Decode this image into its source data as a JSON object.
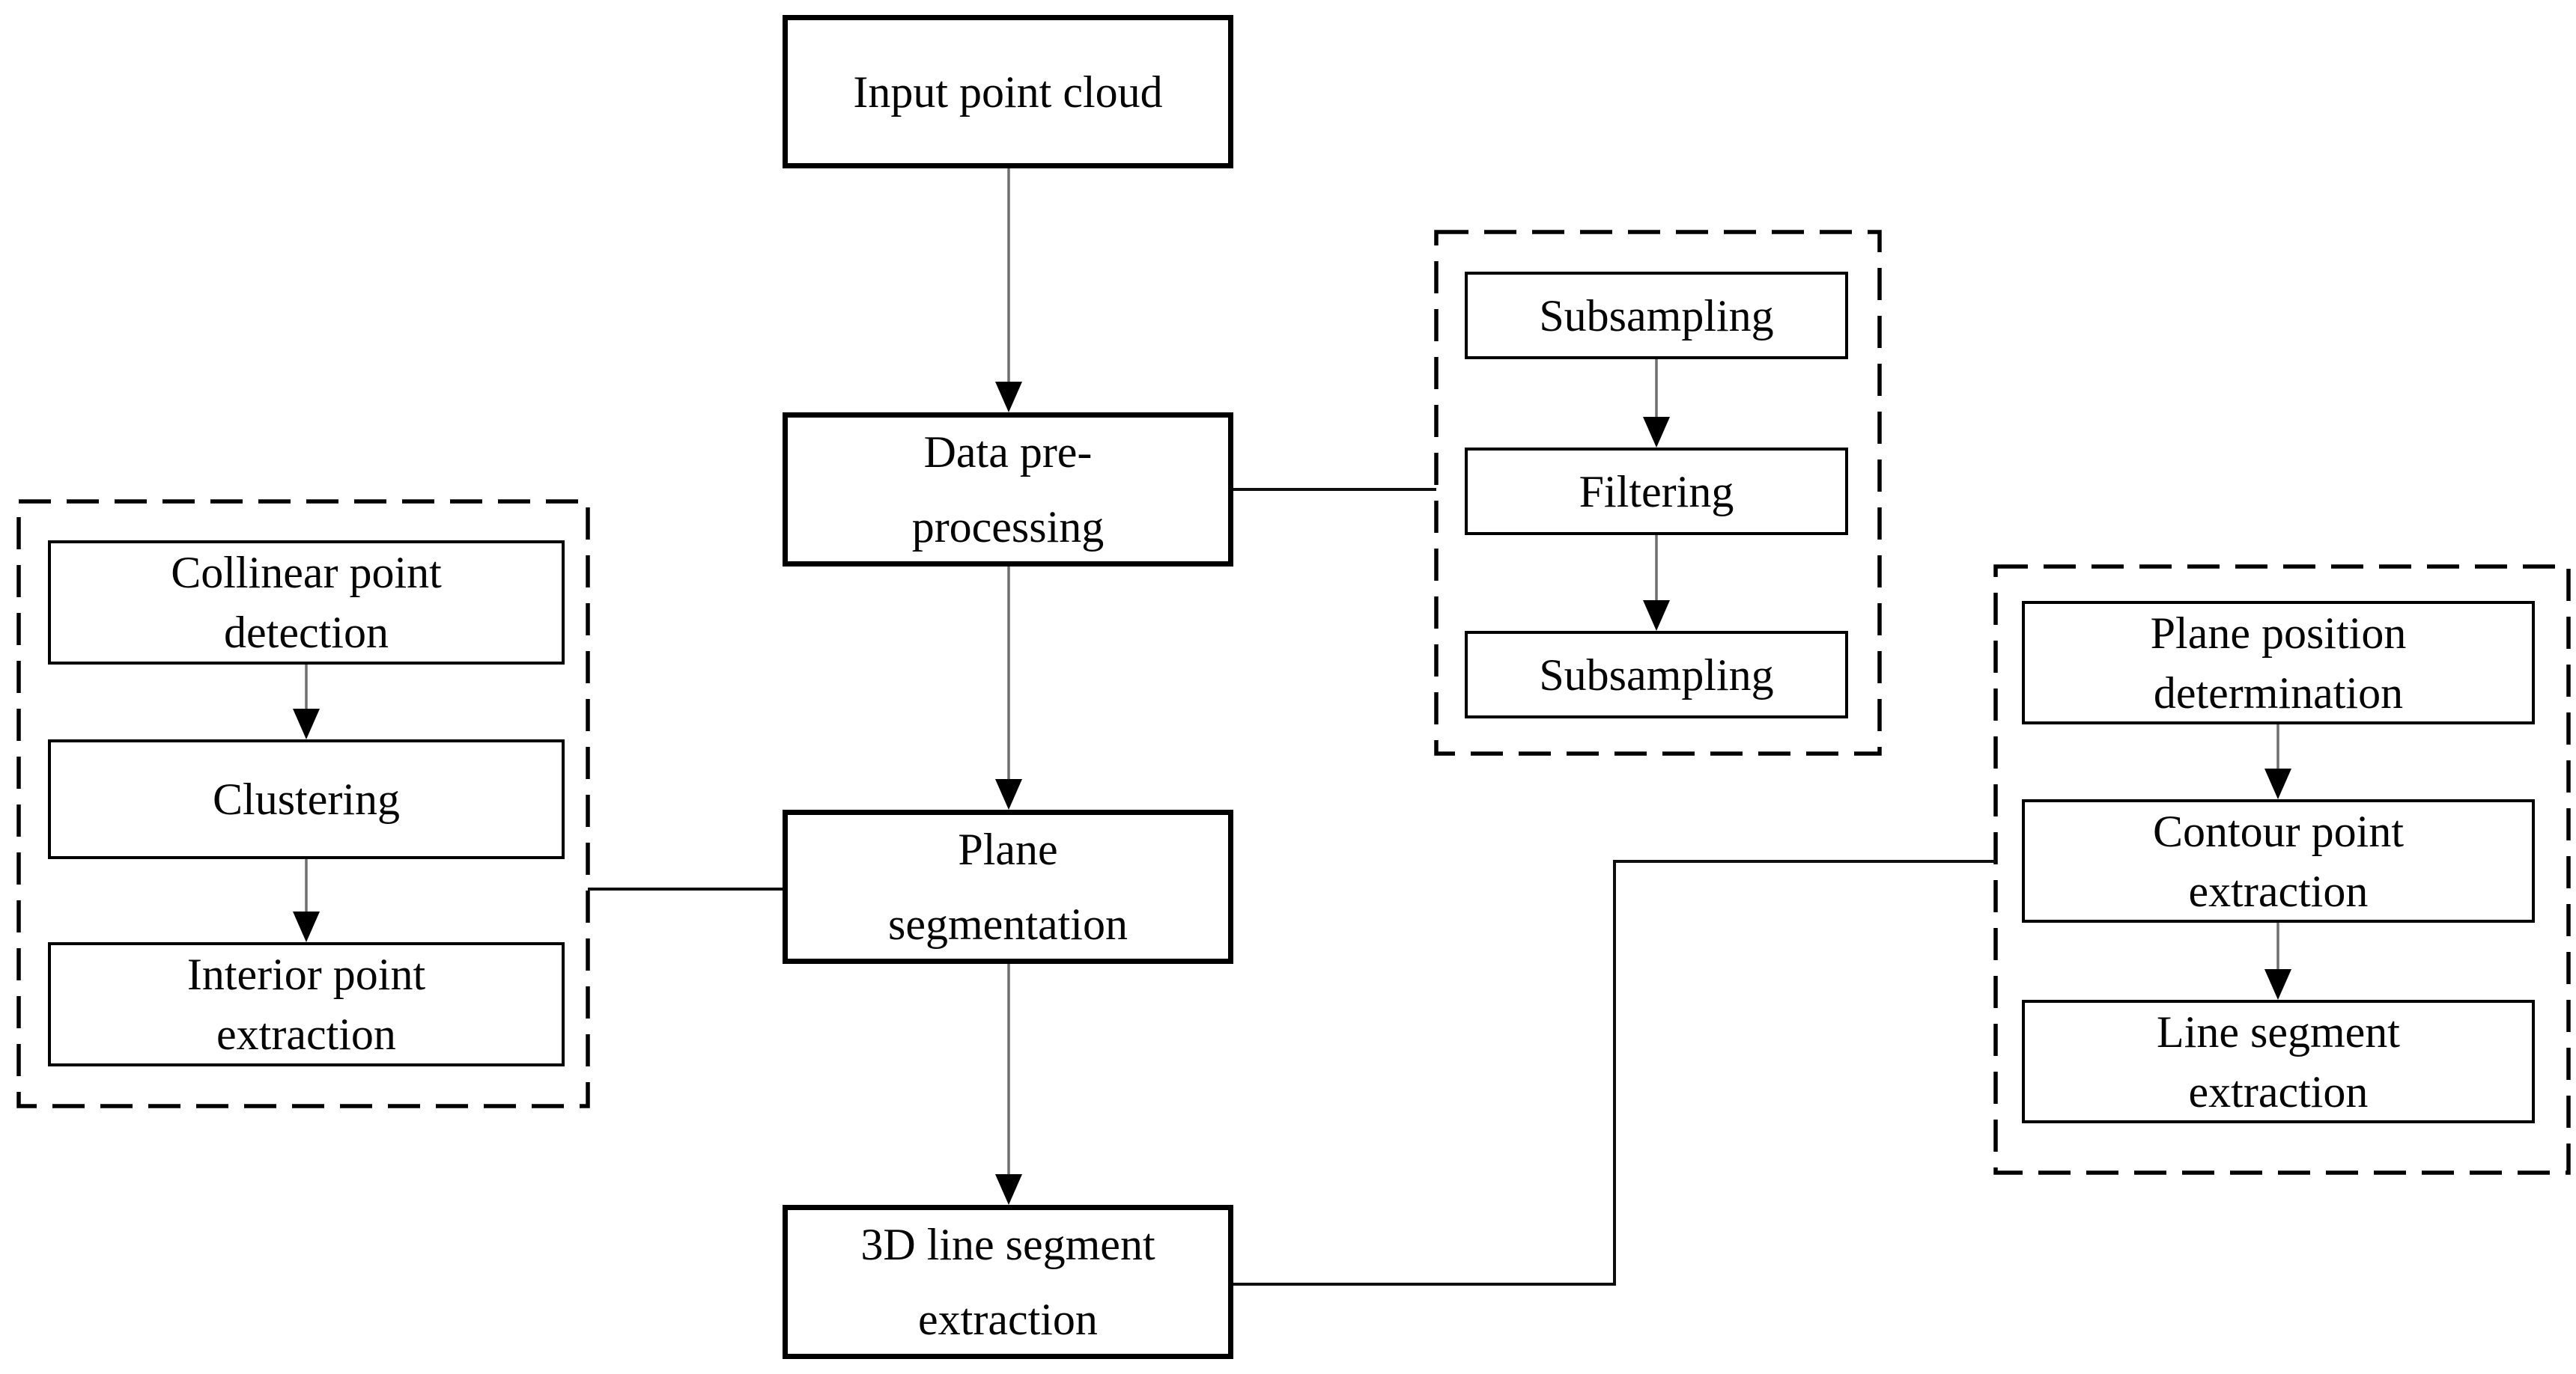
{
  "diagram_title": "3D line segment extraction pipeline flowchart",
  "nodes": {
    "input": {
      "label": "Input point cloud"
    },
    "preprocessing": {
      "label": "Data pre-\nprocessing"
    },
    "plane_segmentation": {
      "label": "Plane\nsegmentation"
    },
    "line3d": {
      "label": "3D line segment\nextraction"
    },
    "subsampling1": {
      "label": "Subsampling"
    },
    "filtering": {
      "label": "Filtering"
    },
    "subsampling2": {
      "label": "Subsampling"
    },
    "collinear": {
      "label": "Collinear point\ndetection"
    },
    "clustering": {
      "label": "Clustering"
    },
    "interior": {
      "label": "Interior point\nextraction"
    },
    "plane_position": {
      "label": "Plane position\ndetermination"
    },
    "contour": {
      "label": "Contour point\nextraction"
    },
    "line_segment": {
      "label": "Line segment\nextraction"
    }
  },
  "colors": {
    "background": "#ffffff",
    "box_border": "#000000",
    "connector": "#0f0f0f",
    "arrow_stem": "#6e6e6e",
    "arrow_head": "#000000",
    "text": "#050505"
  }
}
